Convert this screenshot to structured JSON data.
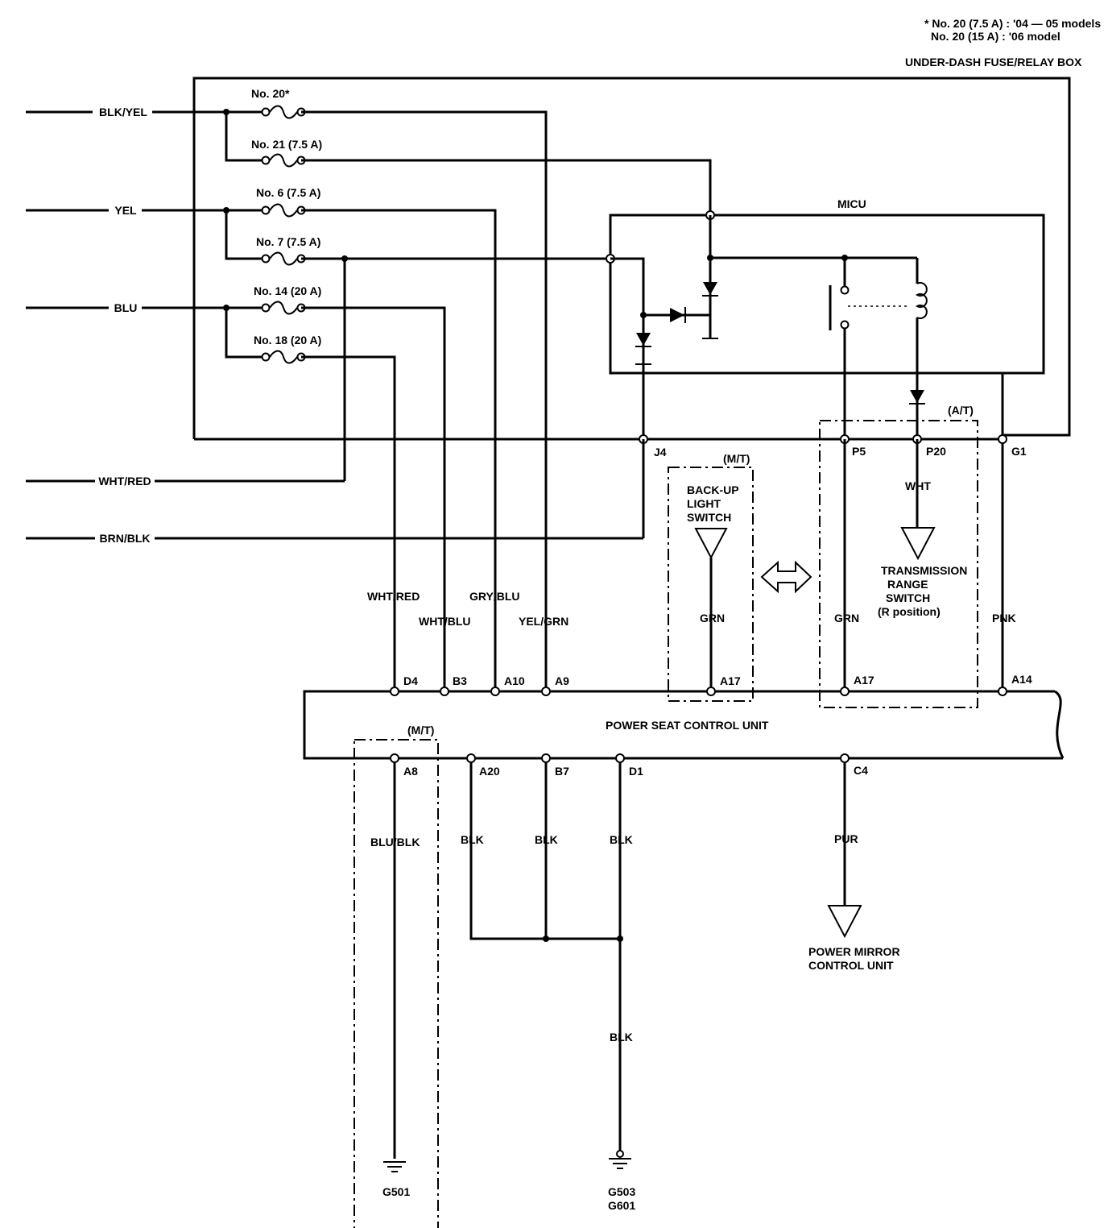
{
  "notes": [
    "* No. 20 (7.5 A) : '04 — 05 models",
    "No. 20 (15 A) : '06 model"
  ],
  "boxes": {
    "fuse_box": "UNDER-DASH FUSE/RELAY BOX",
    "micu": "MICU",
    "seat_unit": "POWER SEAT CONTROL UNIT"
  },
  "inputs": {
    "blk_yel": "BLK/YEL",
    "yel": "YEL",
    "blu": "BLU",
    "wht_red": "WHT/RED",
    "brn_blk": "BRN/BLK"
  },
  "fuses": {
    "f20": "No. 20*",
    "f21": "No. 21 (7.5 A)",
    "f6": "No. 6 (7.5 A)",
    "f7": "No. 7 (7.5 A)",
    "f14": "No. 14 (20 A)",
    "f18": "No. 18 (20 A)"
  },
  "wires": {
    "wht_red": "WHT/RED",
    "wht_blu": "WHT/BLU",
    "gry_blu": "GRY/BLU",
    "yel_grn": "YEL/GRN",
    "grn_mt": "GRN",
    "grn_at": "GRN",
    "wht": "WHT",
    "pnk": "PNK",
    "blu_blk": "BLU/BLK",
    "blk1": "BLK",
    "blk2": "BLK",
    "blk3": "BLK",
    "blk4": "BLK",
    "pur": "PUR"
  },
  "connectors": {
    "j4": "J4",
    "p5": "P5",
    "p20": "P20",
    "g1": "G1",
    "d4": "D4",
    "b3": "B3",
    "a10": "A10",
    "a9": "A9",
    "a17_mt": "A17",
    "a17_at": "A17",
    "a14": "A14",
    "a8": "A8",
    "a20": "A20",
    "b7": "B7",
    "d1": "D1",
    "c4": "C4"
  },
  "options": {
    "mt_top": "(M/T)",
    "at": "(A/T)",
    "mt_bottom": "(M/T)"
  },
  "components": {
    "backup_switch": [
      "BACK-UP",
      "LIGHT",
      "SWITCH"
    ],
    "trans_switch": [
      "TRANSMISSION",
      "RANGE",
      "SWITCH",
      "(R position)"
    ],
    "mirror_unit": [
      "POWER MIRROR",
      "CONTROL UNIT"
    ]
  },
  "grounds": {
    "g501": "G501",
    "g503": "G503",
    "g601": "G601"
  }
}
